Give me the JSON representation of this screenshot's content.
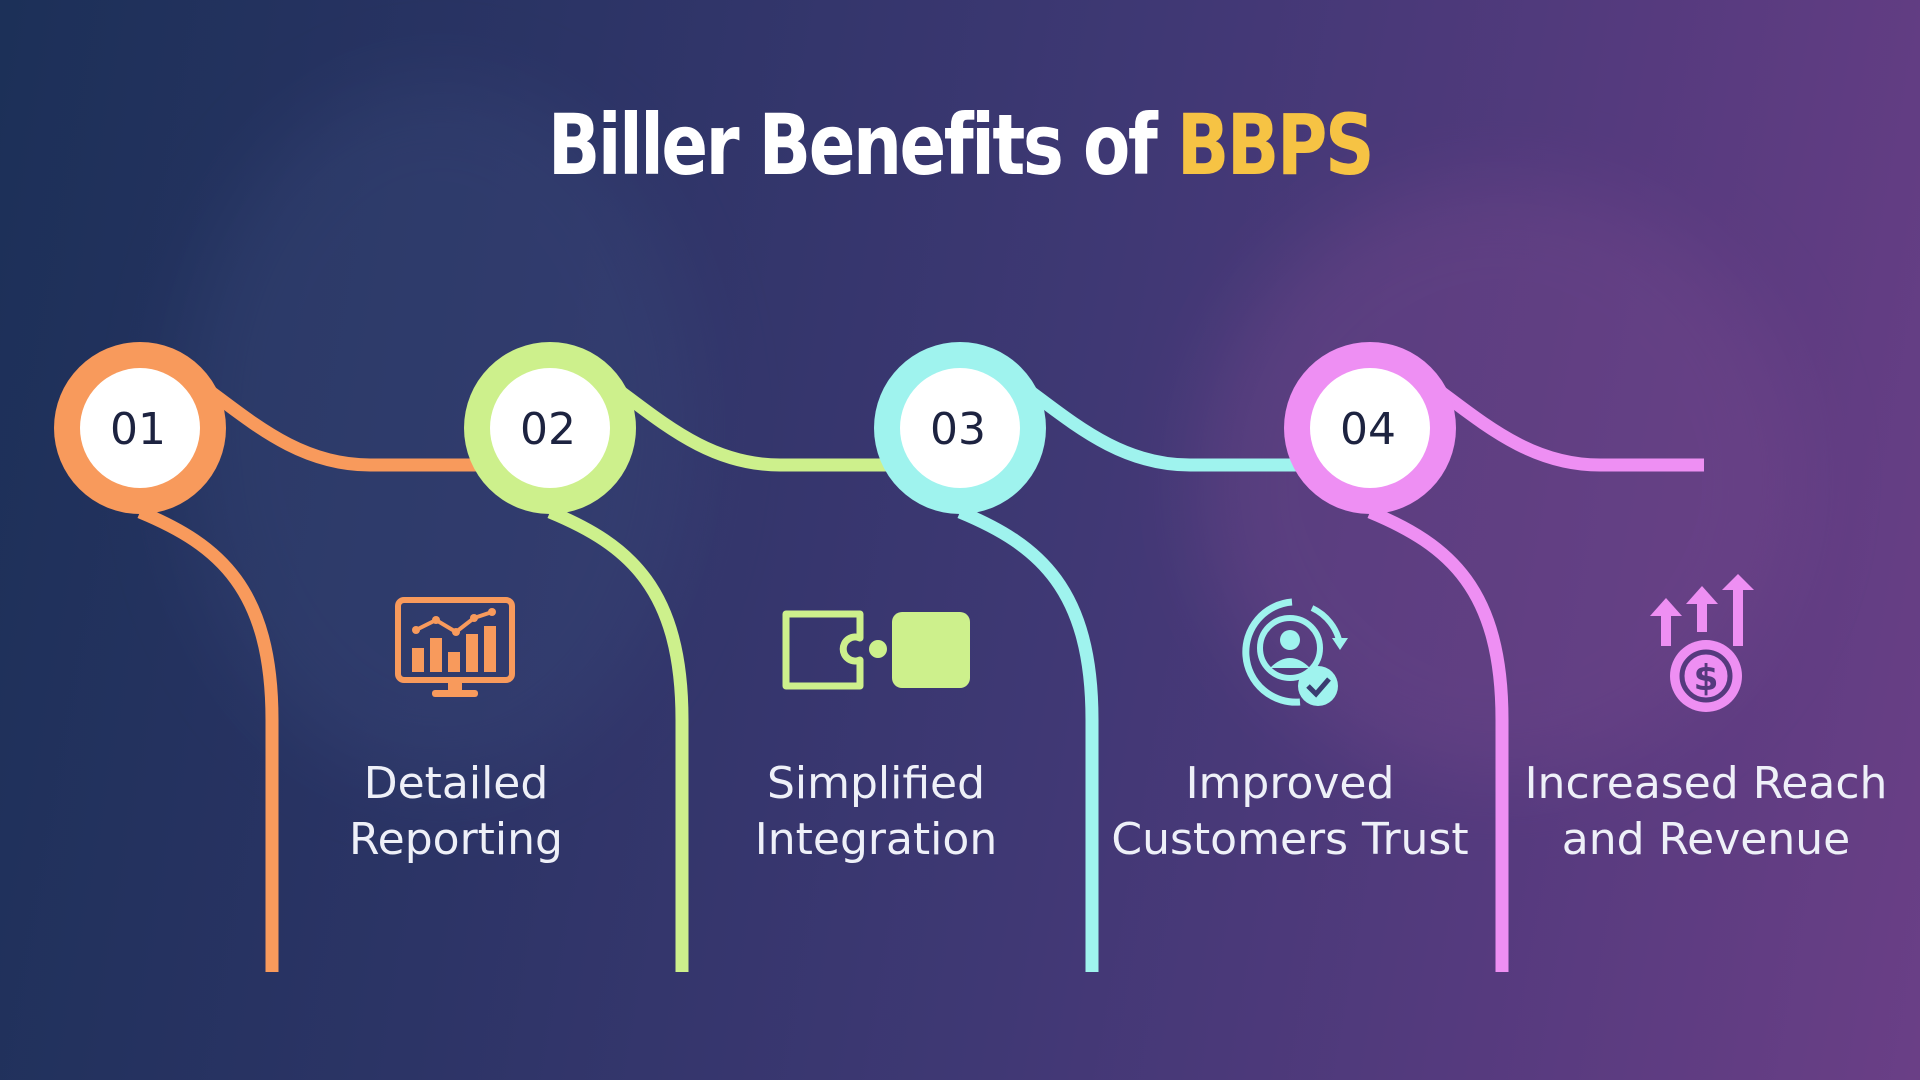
{
  "title": {
    "main": "Biller Benefits of",
    "highlight": "BBPS"
  },
  "colors": {
    "step1": "#f89a5c",
    "step2": "#cdf08c",
    "step3": "#9ff3ee",
    "step4": "#ee8ff3",
    "highlight": "#f6c344"
  },
  "steps": [
    {
      "number": "01",
      "color": "#f89a5c"
    },
    {
      "number": "02",
      "color": "#cdf08c"
    },
    {
      "number": "03",
      "color": "#9ff3ee"
    },
    {
      "number": "04",
      "color": "#ee8ff3"
    }
  ],
  "benefits": [
    {
      "line1": "Detailed",
      "line2": "Reporting",
      "icon": "monitor-chart-icon"
    },
    {
      "line1": "Simplified",
      "line2": "Integration",
      "icon": "puzzle-integration-icon"
    },
    {
      "line1": "Improved",
      "line2": "Customers Trust",
      "icon": "user-trust-check-icon"
    },
    {
      "line1": "Increased Reach",
      "line2": "and Revenue",
      "icon": "revenue-growth-icon"
    }
  ]
}
